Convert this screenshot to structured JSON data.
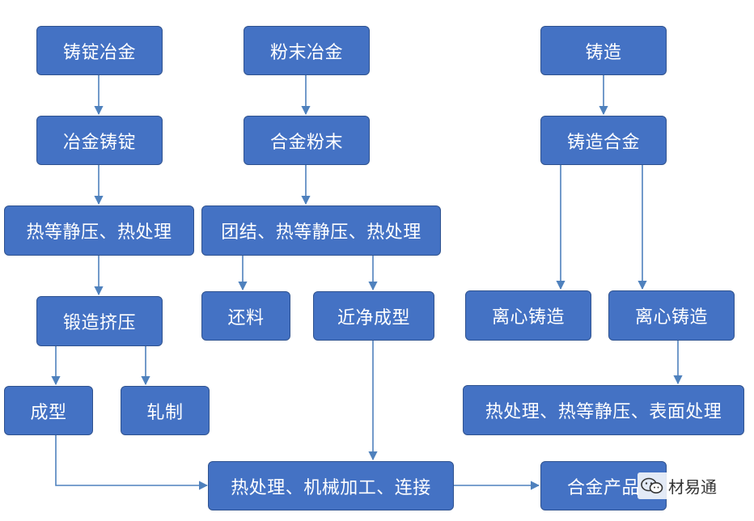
{
  "nodes": {
    "ingot_metallurgy": "铸锭冶金",
    "alloy_ingot": "冶金铸锭",
    "hip_heat_treat_1": "热等静压、热处理",
    "forging_extrusion": "锻造挤压",
    "forming": "成型",
    "rolling": "轧制",
    "powder_metallurgy": "粉末冶金",
    "alloy_powder": "合金粉末",
    "consolidation_hip_heat": "团结、热等静压、热处理",
    "return_material": "还料",
    "near_net_shape": "近净成型",
    "casting": "铸造",
    "cast_alloy": "铸造合金",
    "centrifugal_casting_1": "离心铸造",
    "centrifugal_casting_2": "离心铸造",
    "heat_hip_surface": "热处理、热等静压、表面处理",
    "heat_machining_joining": "热处理、机械加工、连接",
    "alloy_product": "合金产品"
  },
  "watermark": {
    "text": "材易通",
    "icon": "wechat-icon"
  },
  "colors": {
    "node_fill": "#4472c4",
    "node_border": "#2f528f",
    "edge": "#4f81bd"
  }
}
